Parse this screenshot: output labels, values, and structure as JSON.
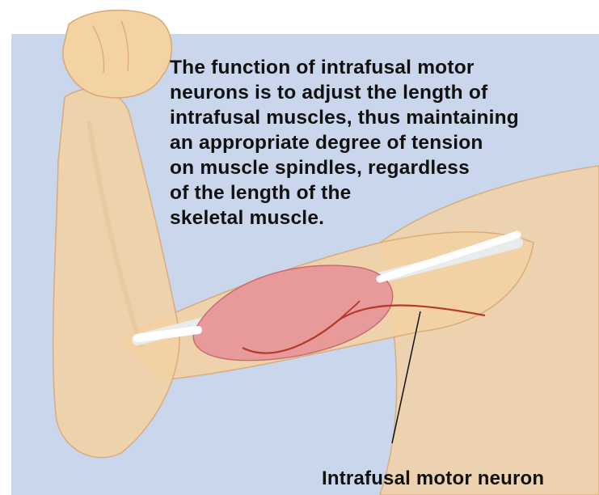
{
  "caption": {
    "lines": [
      "The function of intrafusal motor",
      "neurons is to adjust the length of",
      "intrafusal muscles, thus maintaining",
      "an appropriate degree of tension",
      "on muscle spindles, regardless",
      "of the length of the",
      "skeletal muscle."
    ]
  },
  "labels": {
    "neuron": "Intrafusal motor neuron"
  },
  "colors": {
    "background": "#c9d6ec",
    "skin": "#f3d2a4",
    "skin_outline": "#d9a873",
    "muscle": "#e89a9a",
    "tendon": "#e8eef4",
    "neuron": "#b23a2a"
  }
}
